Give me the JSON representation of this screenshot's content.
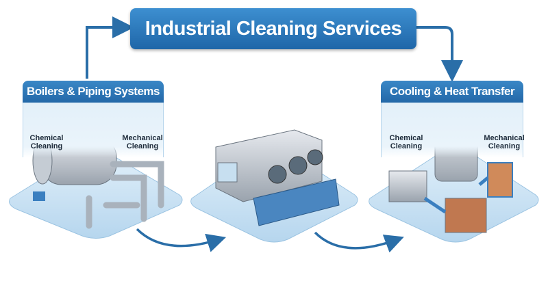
{
  "title": "Industrial Cleaning Services",
  "panels": {
    "left": {
      "header": "Boilers & Piping Systems",
      "chemical": "Chemical Cleaning",
      "mechanical": "Mechanical Cleaning"
    },
    "right": {
      "header": "Cooling & Heat Transfer",
      "chemical": "Chemical Cleaning",
      "mechanical": "Mechanical Cleaning"
    }
  },
  "colors": {
    "primary": "#2a75b8",
    "panel_bg": "#e6f2fa",
    "platform": "#cfe5f4",
    "arrow": "#2a6ea8"
  }
}
